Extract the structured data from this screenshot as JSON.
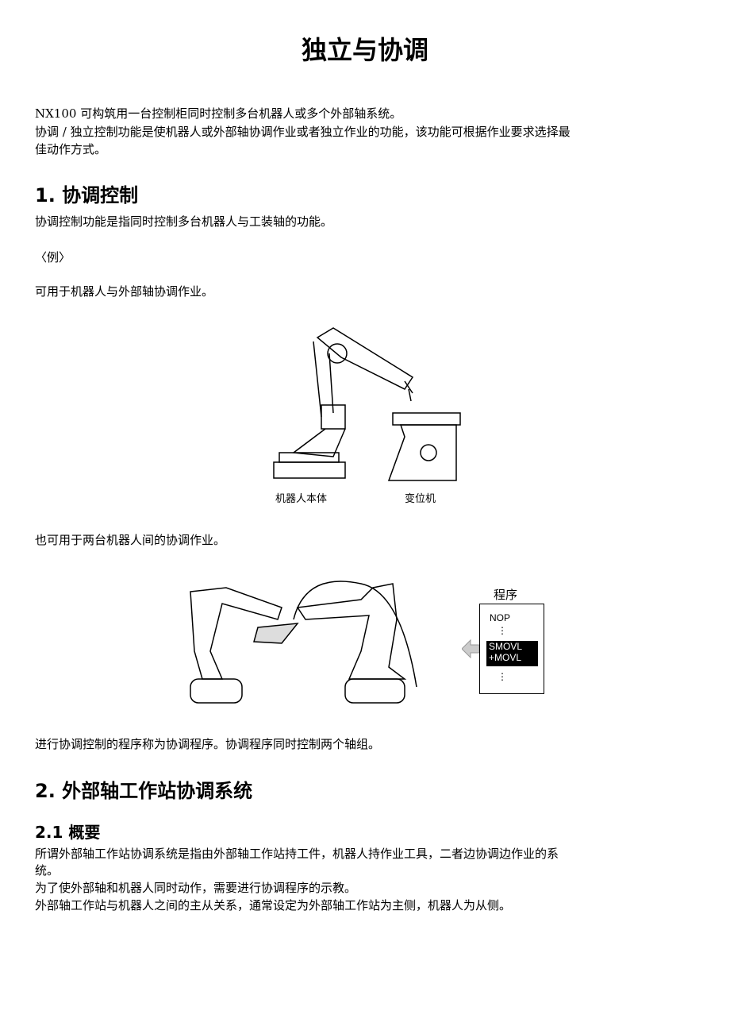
{
  "title": "独立与协调",
  "intro": [
    "NX100 可构筑用一台控制柜同时控制多台机器人或多个外部轴系统。",
    "协调 / 独立控制功能是使机器人或外部轴协调作业或者独立作业的功能，该功能可根据作业要求选择最",
    "佳动作方式。"
  ],
  "s1": {
    "heading": "1. 协调控制",
    "p1": "协调控制功能是指同时控制多台机器人与工装轴的功能。",
    "example": "〈例〉",
    "p2": "可用于机器人与外部轴协调作业。",
    "fig1": {
      "label_robot": "机器人本体",
      "label_positioner": "变位机"
    },
    "p3": "也可用于两台机器人间的协调作业。",
    "fig2": {
      "program_title": "程序",
      "line1": "NOP",
      "dots": "⋮",
      "hl1": "SMOVL",
      "hl2": "+MOVL"
    },
    "p4": "进行协调控制的程序称为协调程序。协调程序同时控制两个轴组。"
  },
  "s2": {
    "heading": "2. 外部轴工作站协调系统",
    "sub": "2.1 概要",
    "lines": [
      "所谓外部轴工作站协调系统是指由外部轴工作站持工件，机器人持作业工具，二者边协调边作业的系",
      "统。",
      "为了使外部轴和机器人同时动作，需要进行协调程序的示教。",
      "外部轴工作站与机器人之间的主从关系，通常设定为外部轴工作站为主侧，机器人为从侧。"
    ]
  }
}
